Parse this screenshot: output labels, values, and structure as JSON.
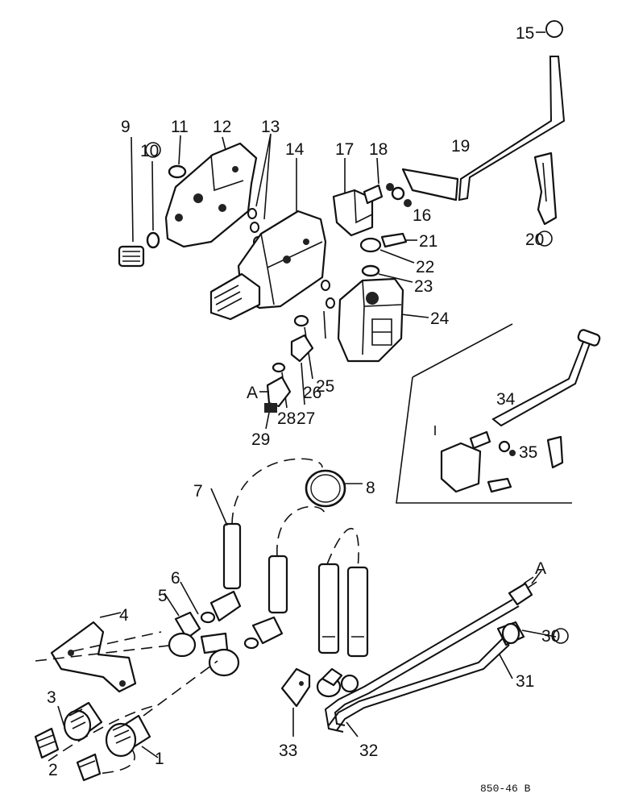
{
  "drawing_code": "850-46 B",
  "callouts": [
    {
      "id": "c1",
      "text": "1"
    },
    {
      "id": "c2",
      "text": "2"
    },
    {
      "id": "c3",
      "text": "3"
    },
    {
      "id": "c4",
      "text": "4"
    },
    {
      "id": "c5",
      "text": "5"
    },
    {
      "id": "c6",
      "text": "6"
    },
    {
      "id": "c7",
      "text": "7"
    },
    {
      "id": "c8",
      "text": "8"
    },
    {
      "id": "c9",
      "text": "9"
    },
    {
      "id": "c10",
      "text": "10"
    },
    {
      "id": "c11",
      "text": "11"
    },
    {
      "id": "c12",
      "text": "12"
    },
    {
      "id": "c13",
      "text": "13"
    },
    {
      "id": "c14",
      "text": "14"
    },
    {
      "id": "c15",
      "text": "15"
    },
    {
      "id": "c16",
      "text": "16"
    },
    {
      "id": "c17",
      "text": "17"
    },
    {
      "id": "c18",
      "text": "18"
    },
    {
      "id": "c19",
      "text": "19"
    },
    {
      "id": "c20",
      "text": "20"
    },
    {
      "id": "c21",
      "text": "21"
    },
    {
      "id": "c22",
      "text": "22"
    },
    {
      "id": "c23",
      "text": "23"
    },
    {
      "id": "c24",
      "text": "24"
    },
    {
      "id": "c25",
      "text": "25"
    },
    {
      "id": "c26",
      "text": "26"
    },
    {
      "id": "c27",
      "text": "27"
    },
    {
      "id": "c28",
      "text": "28"
    },
    {
      "id": "c29",
      "text": "29"
    },
    {
      "id": "c30",
      "text": "30"
    },
    {
      "id": "c31",
      "text": "31"
    },
    {
      "id": "c32",
      "text": "32"
    },
    {
      "id": "c33",
      "text": "33"
    },
    {
      "id": "c34",
      "text": "34"
    },
    {
      "id": "c35",
      "text": "35"
    },
    {
      "id": "cA1",
      "text": "A"
    },
    {
      "id": "cA2",
      "text": "A"
    }
  ]
}
